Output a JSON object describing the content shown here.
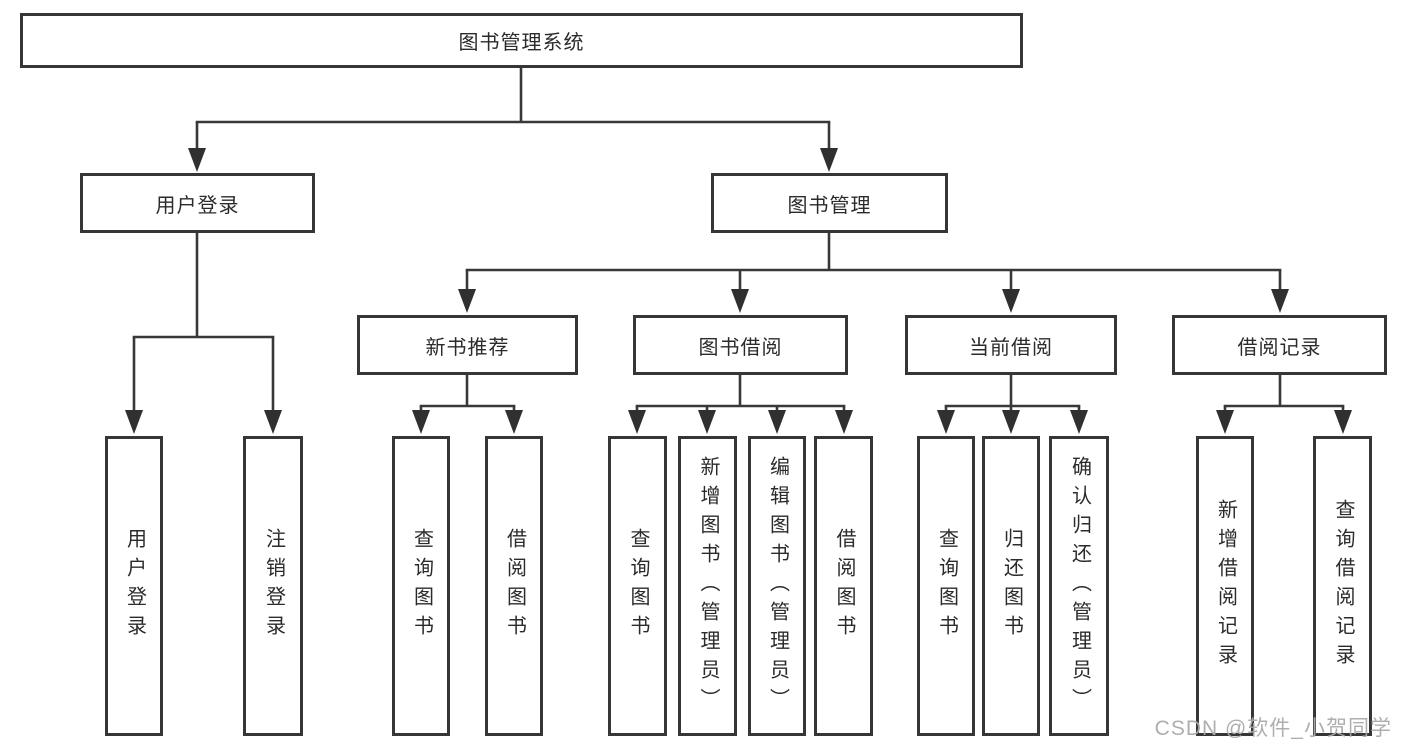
{
  "tree": {
    "root": "图书管理系统",
    "level2": [
      "用户登录",
      "图书管理"
    ],
    "level3": [
      "新书推荐",
      "图书借阅",
      "当前借阅",
      "借阅记录"
    ],
    "leaves_user": [
      "用户登录",
      "注销登录"
    ],
    "leaves_recommend": [
      "查询图书",
      "借阅图书"
    ],
    "leaves_borrow": [
      "查询图书",
      "新增图书（管理员）",
      "编辑图书（管理员）",
      "借阅图书"
    ],
    "leaves_current": [
      "查询图书",
      "归还图书",
      "确认归还（管理员）"
    ],
    "leaves_records": [
      "新增借阅记录",
      "查询借阅记录"
    ]
  },
  "watermark": "CSDN @软件_小贺同学",
  "colors": {
    "line": "#383838",
    "box_border": "#363636",
    "text": "#2b2b2b",
    "watermark": "#aaaaaa",
    "background": "#ffffff"
  }
}
